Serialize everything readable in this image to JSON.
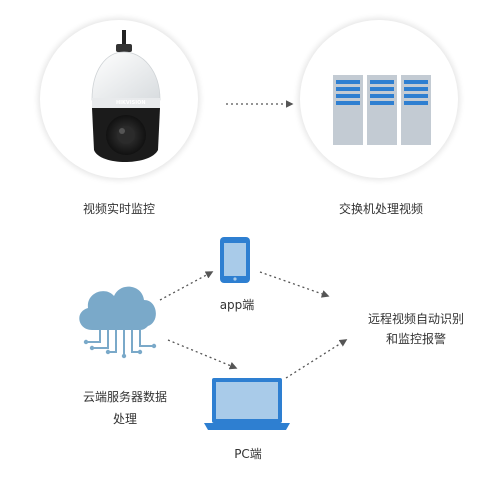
{
  "nodes": {
    "camera": {
      "label": "视频实时监控",
      "brand": "HIKVISION"
    },
    "switch": {
      "label": "交换机处理视频"
    },
    "app": {
      "label": "app端"
    },
    "pc": {
      "label": "PC端"
    },
    "cloud": {
      "label_line1": "云端服务器数据",
      "label_line2": "处理"
    },
    "recognition": {
      "label_line1": "远程视频自动识别",
      "label_line2": "和监控报警"
    }
  },
  "colors": {
    "accent_blue": "#2e7fd1",
    "server_gray": "#c3cbd3",
    "cloud_blue": "#7aa9c9",
    "arrow": "#555555"
  }
}
